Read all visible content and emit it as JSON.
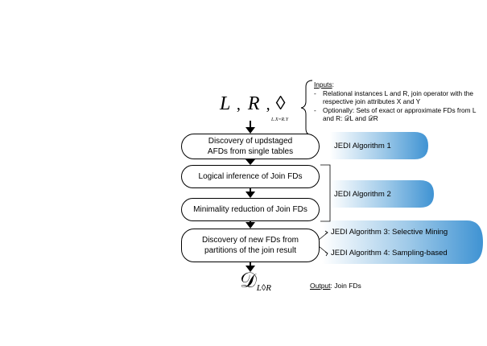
{
  "colors": {
    "algo_fill": "#4f9fd8",
    "algo_fill_light": "#ffffff",
    "line": "#000000"
  },
  "formula": {
    "L": "L",
    "R": "R",
    "comma": ",",
    "diamond": "◊",
    "subscript": "L.X=R.Y"
  },
  "inputs": {
    "title": "Inputs",
    "colon": ":",
    "bullets": [
      "Relational instances L and R, join operator with the respective join attributes X and Y",
      "Optionally: Sets of exact or approximate FDs from L and R: 𝒟L and 𝒟R"
    ]
  },
  "boxes": {
    "discovery_afds": "Discovery of updstaged AFDs from single tables",
    "logical_inference": "Logical inference of Join FDs",
    "minimality_reduction": "Minimality reduction of Join FDs",
    "discovery_new_fds": "Discovery of new FDs from partitions of the join result"
  },
  "algorithms": {
    "algo1": "JEDI Algorithm 1",
    "algo2": "JEDI Algorithm 2",
    "algo3": "JEDI Algorithm 3: Selective Mining",
    "algo4": "JEDI Algorithm 4: Sampling-based"
  },
  "output": {
    "symbol": "𝒟",
    "subscript": "L◊R",
    "label": "Output",
    "text": ": Join FDs"
  }
}
